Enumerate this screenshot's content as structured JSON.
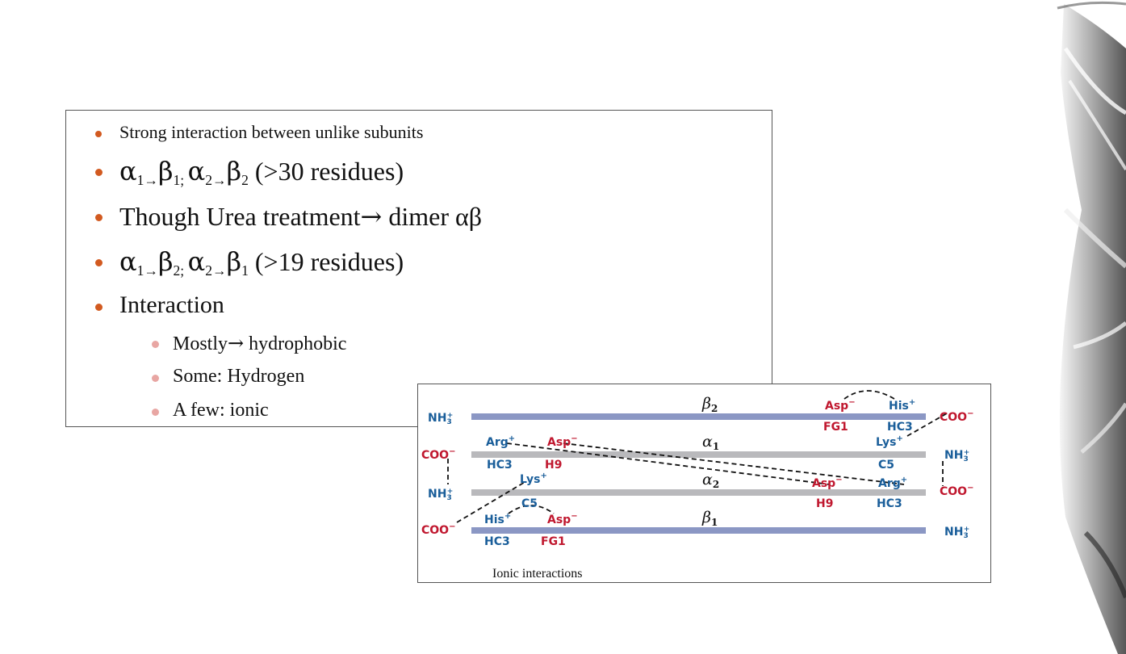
{
  "bullets": [
    {
      "text": "Strong interaction between unlike subunits"
    },
    {
      "text": "α1→β1; α2→β2 (>30 residues)",
      "parts": {
        "a": "α",
        "as": "1",
        "arr1": "→",
        "b": "β",
        "bs": "1; ",
        "a2": "α",
        "a2s": "2",
        "arr2": "→",
        "b2": "β",
        "b2s": "2",
        "rest": " (>30 residues)"
      }
    },
    {
      "text": "Though Urea treatment",
      "arrow": "→",
      "rest": " dimer αβ"
    },
    {
      "text": "α1→β2; α2→β1 (>19 residues)",
      "parts": {
        "a": "α",
        "as": "1",
        "arr1": "→",
        "b": "β",
        "bs": "2; ",
        "a2": "α",
        "a2s": "2",
        "arr2": "→",
        "b2": "β",
        "b2s": "1",
        "rest": " (>19 residues)"
      }
    },
    {
      "text": "Interaction"
    }
  ],
  "subbullets": [
    {
      "text": "Mostly",
      "arrow": "→",
      "rest": " hydrophobic"
    },
    {
      "text": "Some: Hydrogen"
    },
    {
      "text": "A few: ionic"
    }
  ],
  "figure": {
    "caption": "Ionic interactions",
    "chains": [
      {
        "name": "β",
        "sub": "2",
        "color": "#8b97c4"
      },
      {
        "name": "α",
        "sub": "1",
        "color": "#b9b9bc"
      },
      {
        "name": "α",
        "sub": "2",
        "color": "#b9b9bc"
      },
      {
        "name": "β",
        "sub": "1",
        "color": "#8b97c4"
      }
    ],
    "termini": {
      "nh3": "NH",
      "nh3_sub": "3",
      "nh3_sup": "+",
      "coo": "COO",
      "coo_sup": "−"
    },
    "labels": {
      "asp_top": "Asp",
      "his_top": "His",
      "fg1_top": "FG1",
      "hc3_top": "HC3",
      "arg_a1": "Arg",
      "asp_a1": "Asp",
      "lys_a1": "Lys",
      "hc3_a1": "HC3",
      "h9_a1": "H9",
      "c5_a1": "C5",
      "lys_a2": "Lys",
      "c5_a2": "C5",
      "asp_a2": "Asp",
      "arg_a2": "Arg",
      "h9_a2": "H9",
      "hc3_a2": "HC3",
      "his_b1": "His",
      "asp_b1": "Asp",
      "hc3_b1": "HC3",
      "fg1_b1": "FG1",
      "minus": "−",
      "plus": "+"
    },
    "colors": {
      "blue": "#1a5e9a",
      "red": "#c0182f"
    }
  }
}
